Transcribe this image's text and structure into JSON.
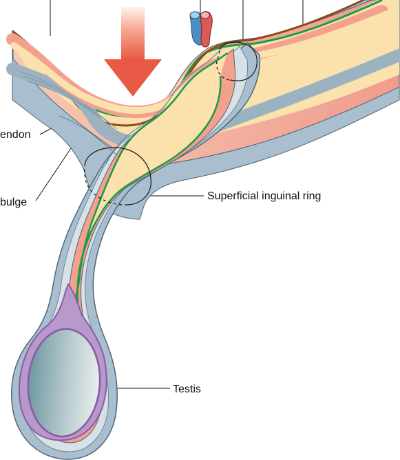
{
  "figure": {
    "labels": {
      "conjoint_tendon_fragment": "endon",
      "bulge_fragment": "bulge",
      "superficial_ring": "Superficial inguinal ring",
      "testis": "Testis"
    },
    "colors": {
      "outer_fascia": "#a9bfcf",
      "tan_layer": "#fbe2ad",
      "salmon_layer": "#f0a48f",
      "green_line": "#1d9a4b",
      "brown_line": "#8a4b17",
      "purple_sac": "#8a5aa8",
      "purple_fill": "#b79ac9",
      "testis_dark": "#6f98a3",
      "testis_light": "#e9eeee",
      "vein": "#4d8ec4",
      "artery": "#db5a57",
      "arrow_top": "#fff2ea",
      "arrow_bottom": "#e85a45"
    }
  }
}
